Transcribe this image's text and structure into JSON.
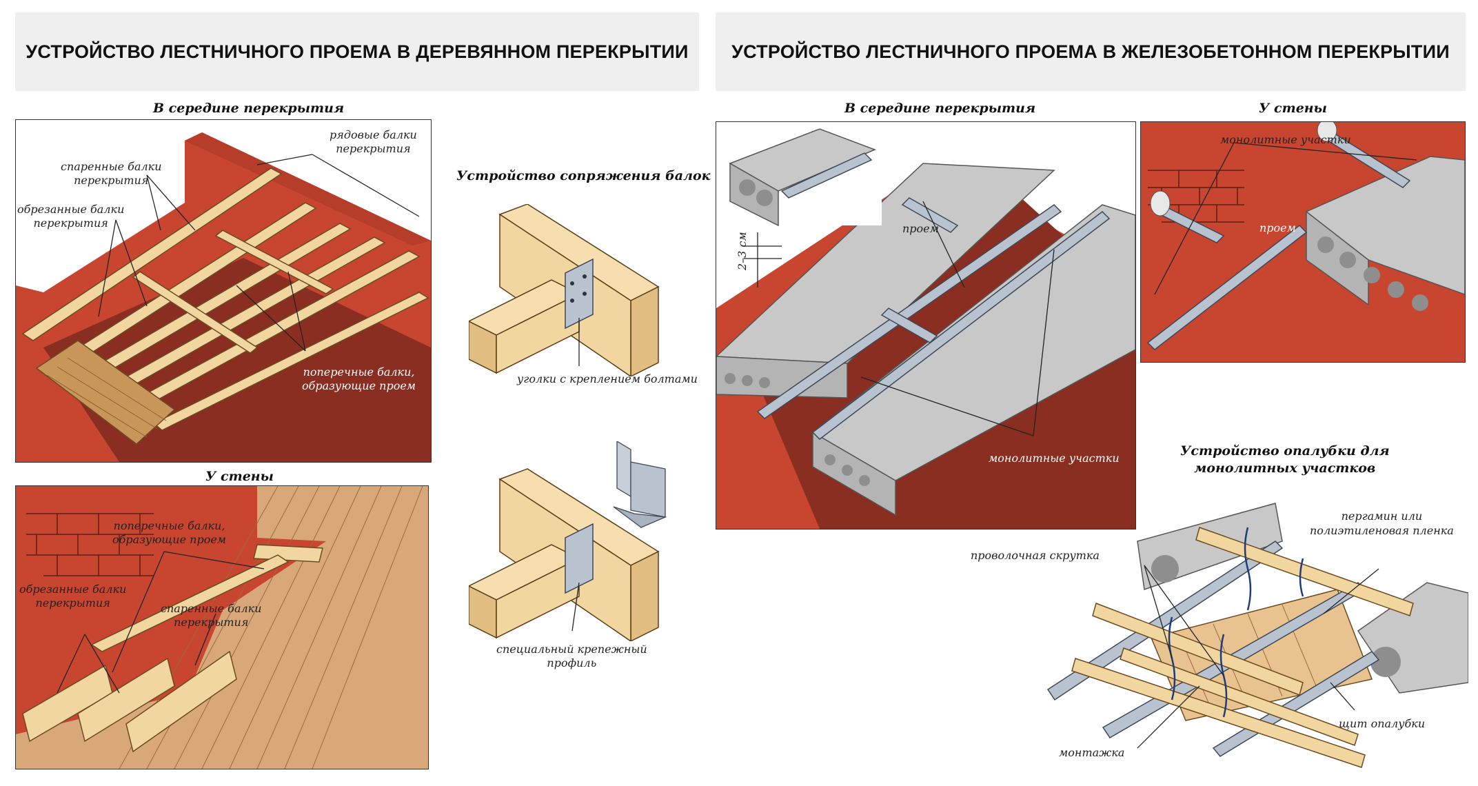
{
  "left_title": "УСТРОЙСТВО ЛЕСТНИЧНОГО ПРОЕМА В ДЕРЕВЯННОМ ПЕРЕКРЫТИИ",
  "right_title": "УСТРОЙСТВО ЛЕСТНИЧНОГО ПРОЕМА В ЖЕЛЕЗОБЕТОННОМ ПЕРЕКРЫТИИ",
  "wood_middle": {
    "caption": "В середине перекрытия",
    "labels": {
      "row_beams": "рядовые балки\nперекрытия",
      "paired_beams": "спаренные балки\nперекрытия",
      "cut_beams": "обрезанные балки\nперекрытия",
      "cross_beams": "поперечные балки,\nобразующие проем"
    }
  },
  "joint": {
    "caption": "Устройство сопряжения балок",
    "angle_label": "уголки с креплением болтами",
    "profile_label": "специальный крепежный\nпрофиль"
  },
  "wood_wall": {
    "caption": "У стены",
    "labels": {
      "cross_beams": "поперечные балки,\nобразующие проем",
      "cut_beams": "обрезанные балки\nперекрытия",
      "paired_beams": "спаренные балки\nперекрытия"
    }
  },
  "concrete_middle": {
    "caption": "В середине перекрытия",
    "labels": {
      "opening": "проем",
      "monolithic": "монолитные участки",
      "gap": "2–3 см"
    }
  },
  "concrete_wall": {
    "caption": "У стены",
    "labels": {
      "monolithic": "монолитные участки",
      "opening": "проем"
    }
  },
  "formwork": {
    "caption": "Устройство опалубки для\nмонолитных участков",
    "labels": {
      "film": "пергамин или\nполиэтиленовая пленка",
      "wire": "проволочная скрутка",
      "shield": "щит опалубки",
      "crowbar": "монтажка"
    }
  },
  "colors": {
    "brick": "#c8452f",
    "brick_dark": "#9a3526",
    "floor_dark": "#8a2e22",
    "wood": "#f1d6a0",
    "wood_dark": "#d8b47a",
    "concrete": "#c4c4c4",
    "steel": "#b9c2cf",
    "header_bg": "#efefef"
  }
}
